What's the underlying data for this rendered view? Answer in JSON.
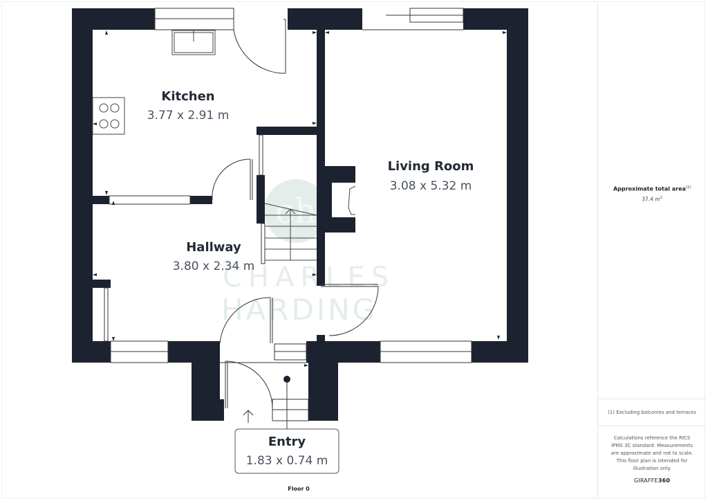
{
  "floor_plan": {
    "floor_label": "Floor 0",
    "rooms": [
      {
        "name": "Kitchen",
        "dimensions": "3.77 x 2.91 m"
      },
      {
        "name": "Living Room",
        "dimensions": "3.08 x 5.32 m"
      },
      {
        "name": "Hallway",
        "dimensions": "3.80 x 2.34 m"
      },
      {
        "name": "Entry",
        "dimensions": "1.83 x 0.74 m"
      }
    ],
    "watermark": {
      "monogram": "ch",
      "line1": "CHARLES",
      "line2": "HARDING"
    },
    "colors": {
      "wall": "#1c2230",
      "line": "#333333",
      "watermark": "#dfeae5"
    }
  },
  "sidebar": {
    "area_title": "Approximate total area",
    "area_title_footnote": "(1)",
    "area_value": "37.4 m",
    "area_unit_sup": "2",
    "footnote": "(1) Excluding balconies and terraces",
    "disclaimer": "Calculations reference the RICS IPMS 3C standard. Measurements are approximate and not to scale. This floor plan is intended for illustration only.",
    "brand_prefix": "GIRAFFE",
    "brand_suffix": "360"
  }
}
